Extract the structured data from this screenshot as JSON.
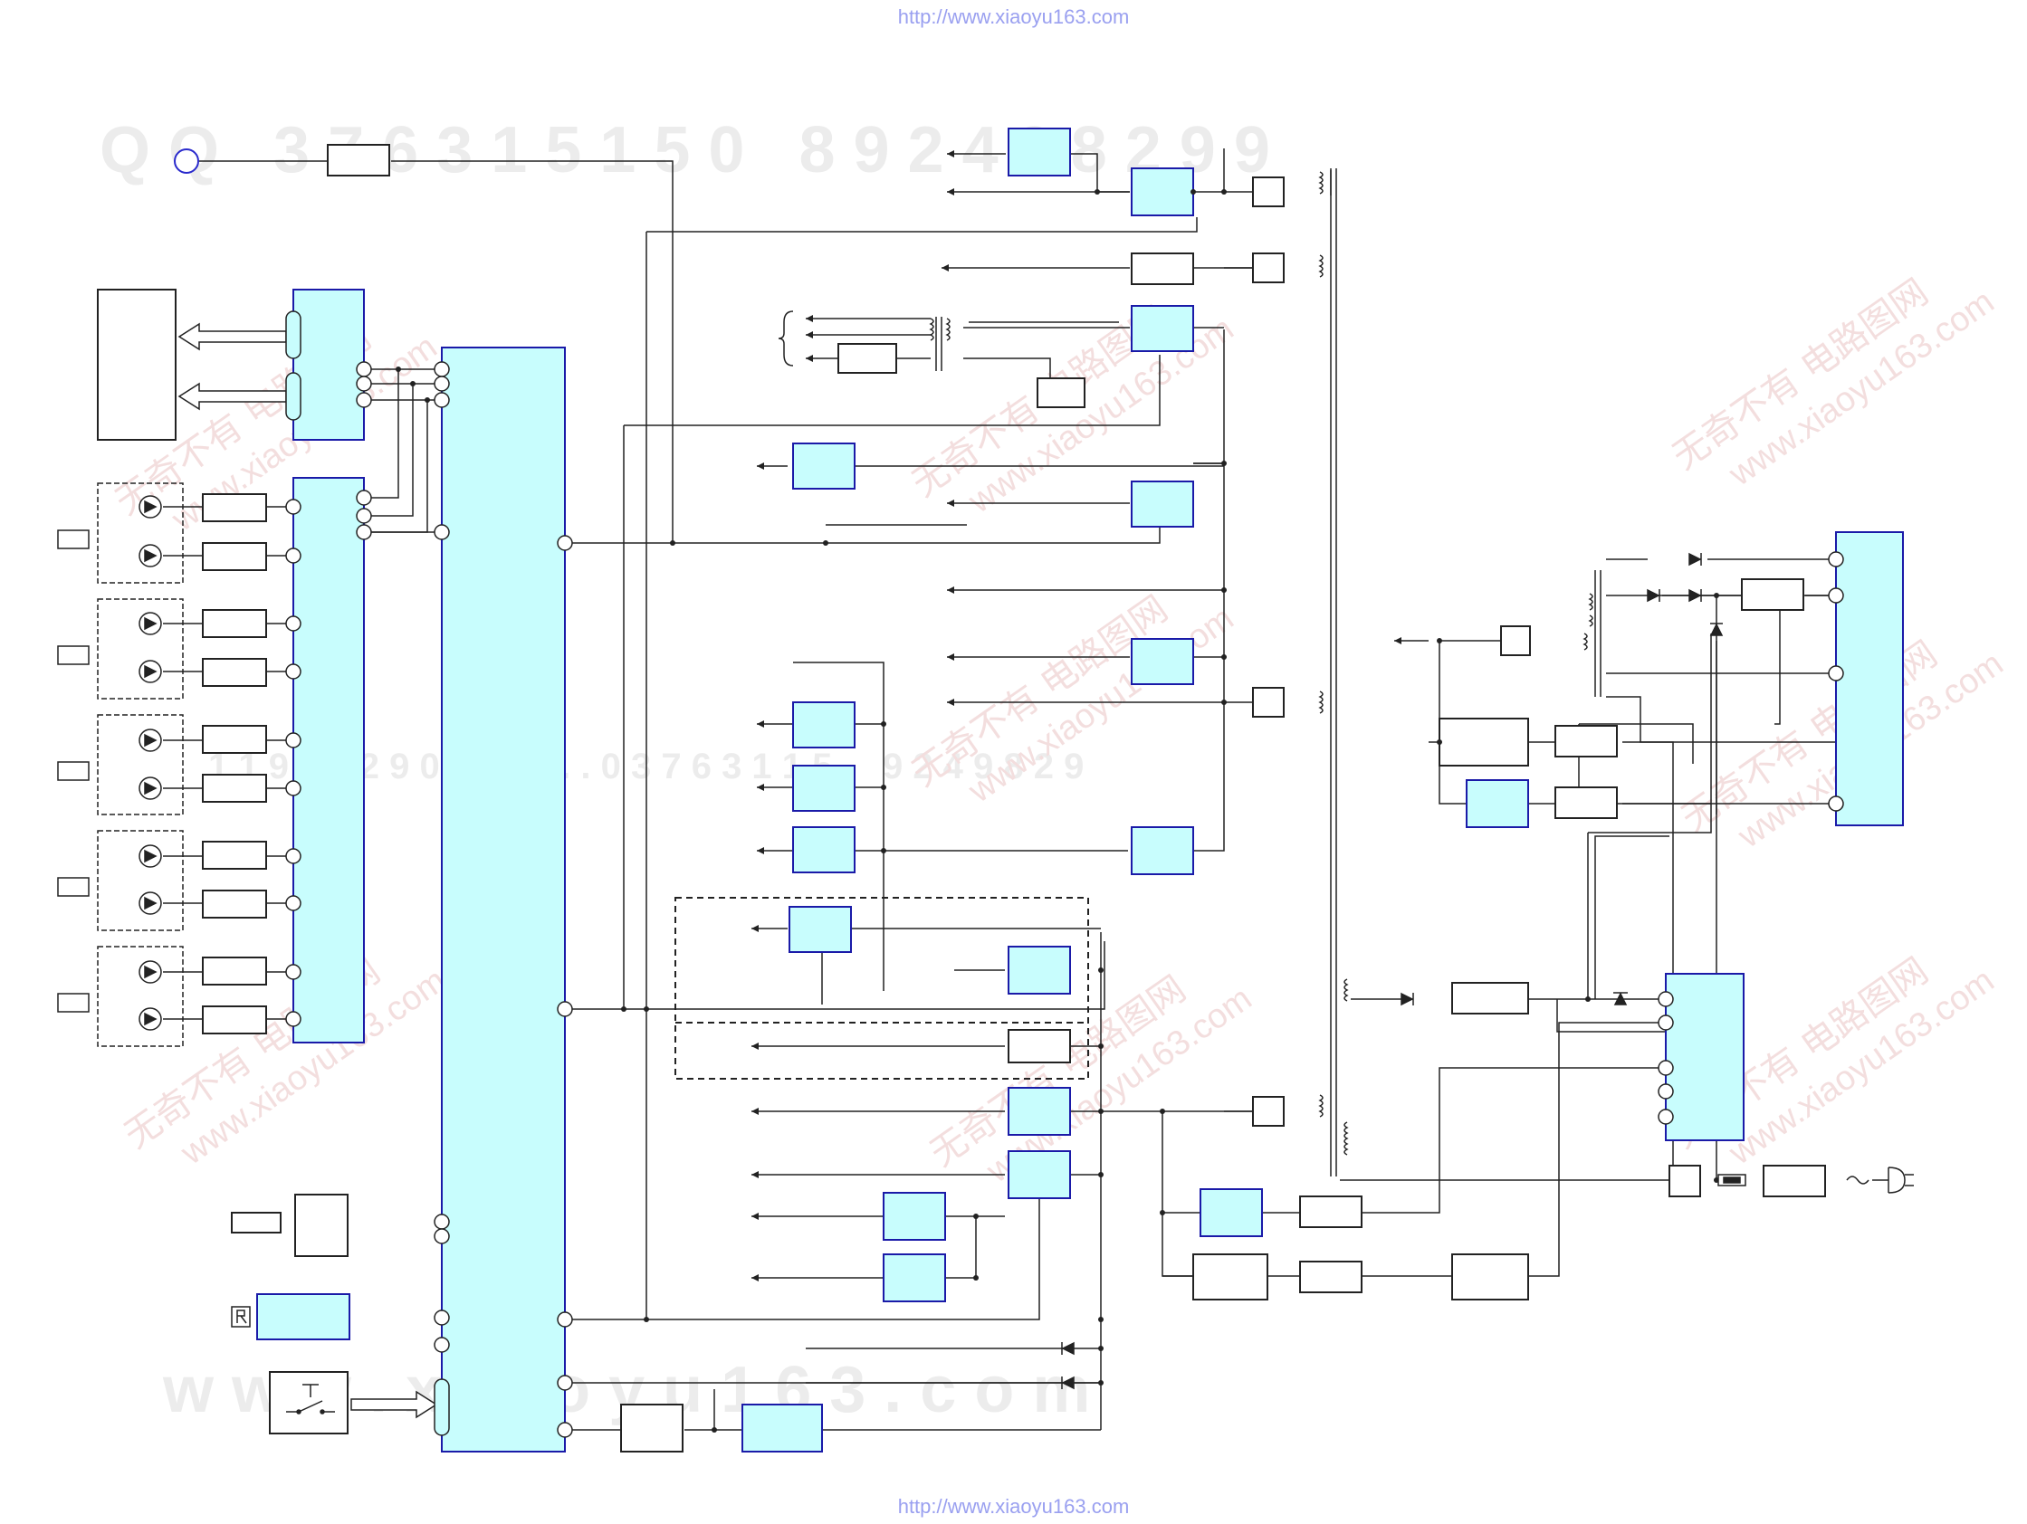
{
  "header": {
    "url": "http://www.xiaoyu163.com"
  },
  "footer": {
    "url": "http://www.xiaoyu163.com"
  },
  "watermarks": {
    "qq_row": "Q Q   3 7 6 3 1 5 1 5 0   8 9 2 4 9 8 2 9 9",
    "mid_row": "1 1 9 4 8 2 9 0 5 1 3 . . . 0 3 7 6 3 1 1 5 .   9 2 4 9 8 2 9",
    "www_row": "w w w . x i a o y u 1 6 3 . c o m",
    "diag_cn": "无奇不有 电路图网",
    "diag_url": "www.xiaoyu163.com"
  },
  "colors": {
    "block_fill": "#c8fdfd",
    "block_stroke": "#1a1aa8",
    "line": "#222222",
    "url_text": "#9aa0f0"
  }
}
